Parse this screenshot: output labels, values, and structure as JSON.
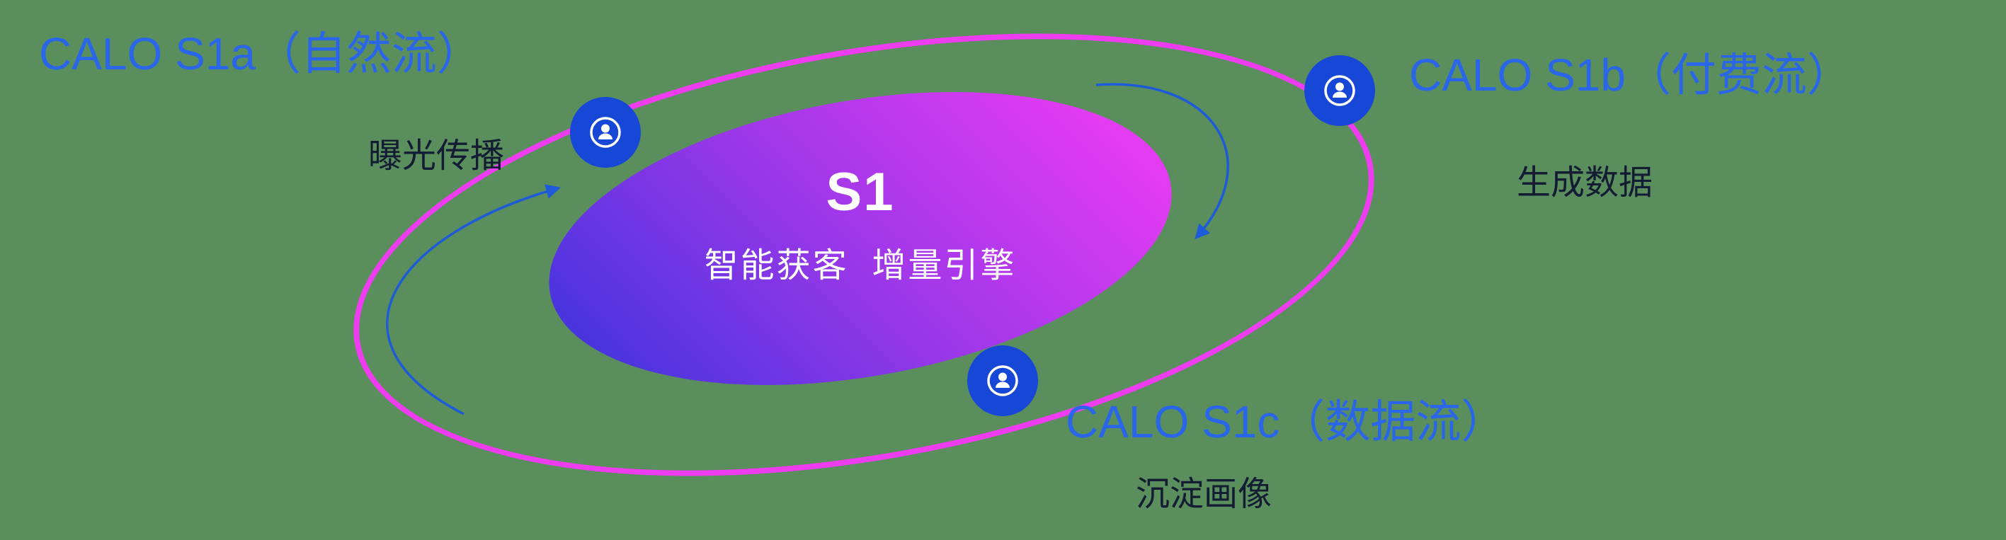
{
  "diagram": {
    "background_color": "#5a8e5c",
    "orbit_color": "#ee3cf0",
    "arrow_color": "#1d5bd8",
    "node_color": "#1747d6",
    "title_color": "#2a66ea",
    "subtitle_color": "#131c33",
    "center": {
      "title": "S1",
      "subtitle": "智能获客  增量引擎",
      "gradient_start": "#4434dd",
      "gradient_end": "#e33bf2"
    },
    "nodes": [
      {
        "id": "s1a",
        "title": "CALO S1a（自然流）",
        "subtitle": "曝光传播",
        "icon": "user-icon"
      },
      {
        "id": "s1b",
        "title": "CALO S1b（付费流）",
        "subtitle": "生成数据",
        "icon": "user-icon"
      },
      {
        "id": "s1c",
        "title": "CALO S1c（数据流）",
        "subtitle": "沉淀画像",
        "icon": "user-icon"
      }
    ]
  }
}
